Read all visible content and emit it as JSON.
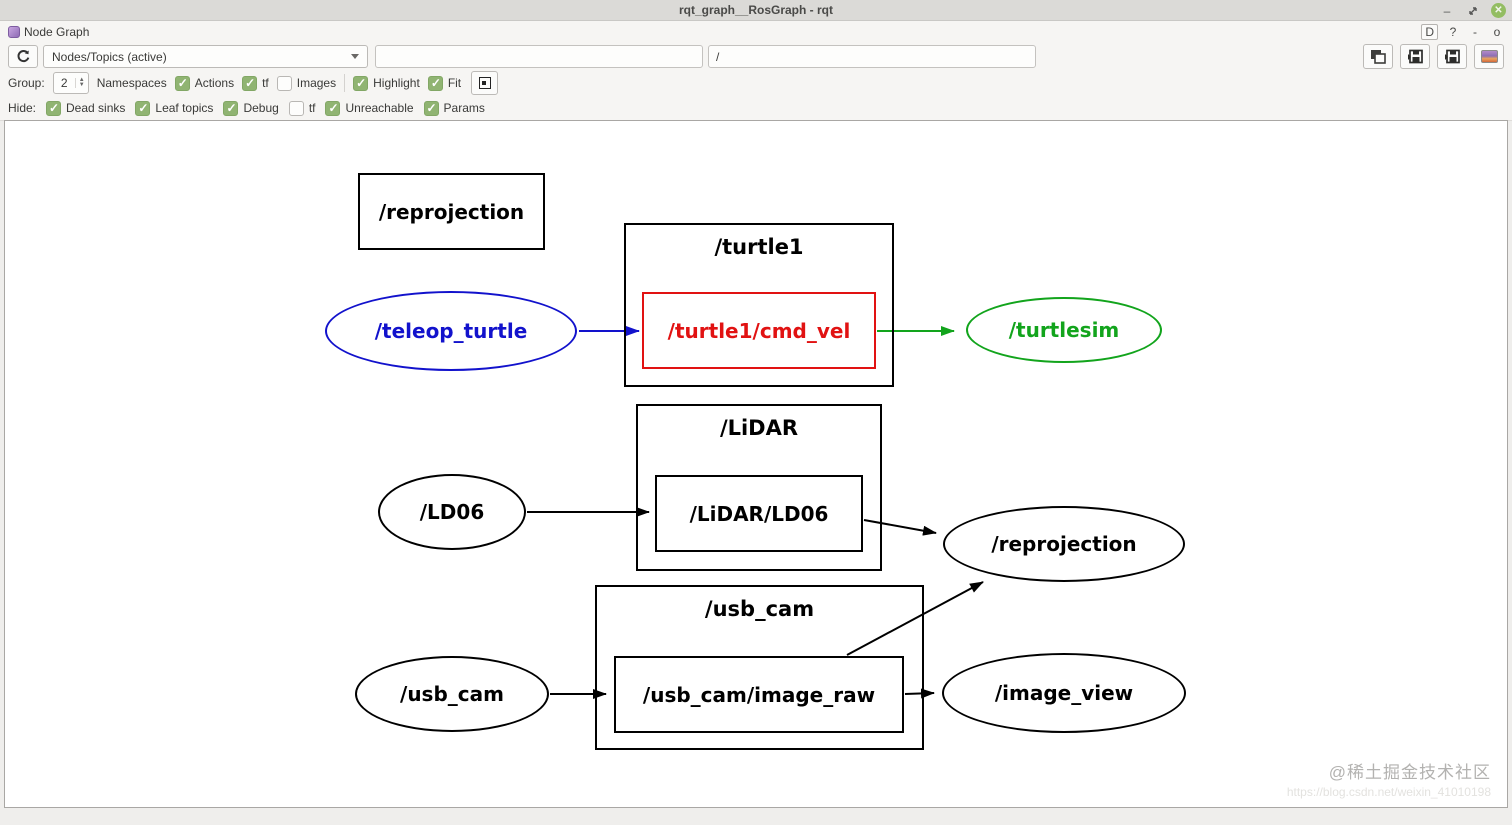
{
  "window": {
    "title": "rqt_graph__RosGraph - rqt",
    "controls": {
      "minimize": "–",
      "close": "✕"
    }
  },
  "panel": {
    "title": "Node Graph",
    "buttons": {
      "dock": "D",
      "help": "?",
      "minimize": "-",
      "float": "o"
    }
  },
  "toolbar": {
    "combo_value": "Nodes/Topics (active)",
    "filter1_value": "",
    "filter2_value": "/",
    "buttons": [
      "snapshot",
      "save-dot",
      "save-svg",
      "save-image"
    ]
  },
  "group_row": {
    "label": "Group:",
    "spin_value": "2",
    "spin_up": "▲",
    "spin_down": "▼",
    "namespaces_label": "Namespaces",
    "checkboxes": [
      {
        "label": "Actions",
        "checked": true
      },
      {
        "label": "tf",
        "checked": true
      },
      {
        "label": "Images",
        "checked": false
      },
      {
        "label": "Highlight",
        "checked": true
      },
      {
        "label": "Fit",
        "checked": true
      }
    ]
  },
  "hide_row": {
    "label": "Hide:",
    "checkboxes": [
      {
        "label": "Dead sinks",
        "checked": true
      },
      {
        "label": "Leaf topics",
        "checked": true
      },
      {
        "label": "Debug",
        "checked": true
      },
      {
        "label": "tf",
        "checked": false
      },
      {
        "label": "Unreachable",
        "checked": true
      },
      {
        "label": "Params",
        "checked": true
      }
    ]
  },
  "colors": {
    "node_blue": "#1212cc",
    "node_red": "#e11212",
    "node_green": "#12a41c",
    "node_black": "#000000",
    "checkbox_green": "#90b472"
  },
  "graph": {
    "nodes": [
      {
        "id": "reprojection-box",
        "label": "/reprojection",
        "shape": "box",
        "color": "black"
      },
      {
        "id": "turtle1-group",
        "label": "/turtle1",
        "shape": "container",
        "color": "black"
      },
      {
        "id": "turtle1-cmd-vel",
        "label": "/turtle1/cmd_vel",
        "shape": "box",
        "color": "red"
      },
      {
        "id": "teleop-turtle",
        "label": "/teleop_turtle",
        "shape": "ellipse",
        "color": "blue"
      },
      {
        "id": "turtlesim",
        "label": "/turtlesim",
        "shape": "ellipse",
        "color": "green"
      },
      {
        "id": "lidar-group",
        "label": "/LiDAR",
        "shape": "container",
        "color": "black"
      },
      {
        "id": "lidar-ld06",
        "label": "/LiDAR/LD06",
        "shape": "box",
        "color": "black"
      },
      {
        "id": "ld06",
        "label": "/LD06",
        "shape": "ellipse",
        "color": "black"
      },
      {
        "id": "reprojection",
        "label": "/reprojection",
        "shape": "ellipse",
        "color": "black"
      },
      {
        "id": "usb-cam-group",
        "label": "/usb_cam",
        "shape": "container",
        "color": "black"
      },
      {
        "id": "usb-cam-image-raw",
        "label": "/usb_cam/image_raw",
        "shape": "box",
        "color": "black"
      },
      {
        "id": "usb-cam",
        "label": "/usb_cam",
        "shape": "ellipse",
        "color": "black"
      },
      {
        "id": "image-view",
        "label": "/image_view",
        "shape": "ellipse",
        "color": "black"
      }
    ],
    "edges": [
      {
        "from": "teleop-turtle",
        "to": "turtle1-cmd-vel",
        "color": "blue"
      },
      {
        "from": "turtle1-cmd-vel",
        "to": "turtlesim",
        "color": "green"
      },
      {
        "from": "ld06",
        "to": "lidar-ld06",
        "color": "black"
      },
      {
        "from": "lidar-ld06",
        "to": "reprojection",
        "color": "black"
      },
      {
        "from": "usb-cam",
        "to": "usb-cam-image-raw",
        "color": "black"
      },
      {
        "from": "usb-cam-image-raw",
        "to": "reprojection",
        "color": "black"
      },
      {
        "from": "usb-cam-image-raw",
        "to": "image-view",
        "color": "black"
      }
    ]
  },
  "watermark": {
    "text": "@稀土掘金技术社区",
    "url": "https://blog.csdn.net/weixin_41010198"
  }
}
